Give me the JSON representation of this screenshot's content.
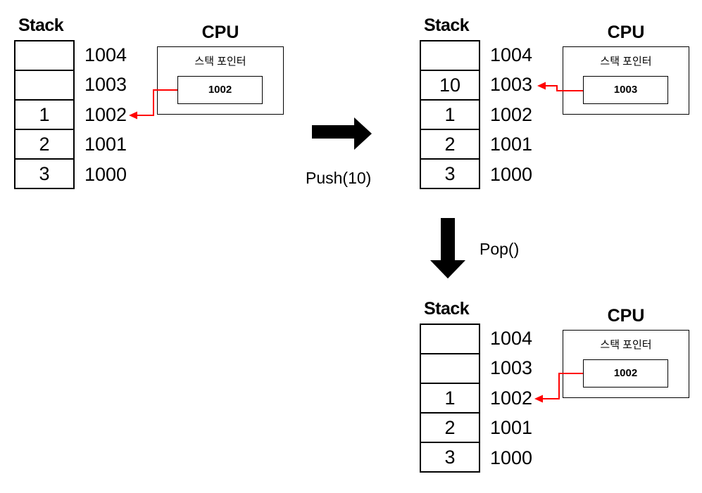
{
  "addresses": [
    "1004",
    "1003",
    "1002",
    "1001",
    "1000"
  ],
  "panels": [
    {
      "stack_title": "Stack",
      "cpu_title": "CPU",
      "pointer_label": "스택 포인터",
      "pointer_value": "1002",
      "cells": [
        "",
        "",
        "1",
        "2",
        "3"
      ]
    },
    {
      "stack_title": "Stack",
      "cpu_title": "CPU",
      "pointer_label": "스택 포인터",
      "pointer_value": "1003",
      "cells": [
        "",
        "10",
        "1",
        "2",
        "3"
      ]
    },
    {
      "stack_title": "Stack",
      "cpu_title": "CPU",
      "pointer_label": "스택 포인터",
      "pointer_value": "1002",
      "cells": [
        "",
        "",
        "1",
        "2",
        "3"
      ]
    }
  ],
  "transitions": {
    "push_label": "Push(10)",
    "pop_label": "Pop()"
  },
  "colors": {
    "pointer_arrow_red": "#ff0000",
    "line_black": "#000000"
  }
}
